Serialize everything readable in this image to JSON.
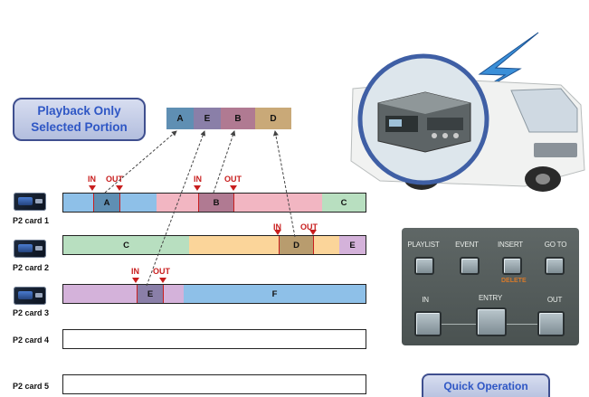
{
  "playback_label": {
    "line1": "Playback Only",
    "line2": "Selected Portion"
  },
  "playlist": [
    "A",
    "E",
    "B",
    "D"
  ],
  "marks": {
    "in": "IN",
    "out": "OUT"
  },
  "cards": [
    {
      "label": "P2 card 1",
      "segments": [
        "A",
        "B",
        "C"
      ]
    },
    {
      "label": "P2 card 2",
      "segments": [
        "C",
        "D",
        "E"
      ]
    },
    {
      "label": "P2 card 3",
      "segments": [
        "E",
        "F"
      ]
    },
    {
      "label": "P2 card 4"
    },
    {
      "label": "P2 card 5"
    }
  ],
  "panel": {
    "top_buttons": [
      "PLAYLIST",
      "EVENT",
      "INSERT",
      "GO TO"
    ],
    "delete_label": "DELETE",
    "bottom_buttons": [
      "IN",
      "ENTRY",
      "OUT"
    ]
  },
  "quick_operation": "Quick Operation",
  "colors": {
    "label_text": "#2f57c5",
    "marker": "#c81e1e",
    "seg_blue": "#8ec0e8",
    "seg_pink": "#f2b6c2",
    "seg_green": "#b8dfc0",
    "seg_orange": "#fbd59a",
    "seg_purple": "#d4b2da",
    "clip_a": "#5f8fb3",
    "clip_b": "#b07a92",
    "clip_d": "#b89c6e",
    "clip_e": "#8a7fa8"
  },
  "icons": [
    "p2-card-icon",
    "wireless-bolt-icon",
    "truck-image",
    "recorder-deck-image"
  ]
}
